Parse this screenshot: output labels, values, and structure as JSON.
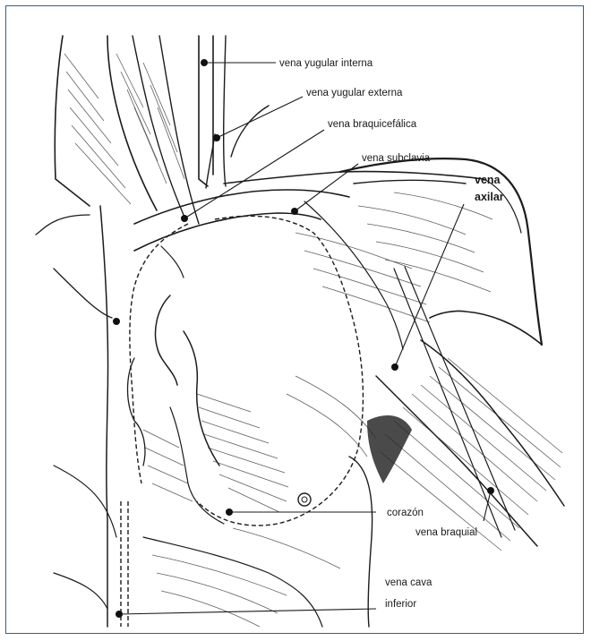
{
  "labels": {
    "vena_yugular_interna": "vena yugular interna",
    "vena_yugular_externa": "vena yugular externa",
    "vena_braquiocefalica": "vena braquicefálica",
    "vena_subclavia": "vena subclavia",
    "vena_axilar_line1": "vena",
    "vena_axilar_line2": "axilar",
    "corazon": "corazón",
    "vena_braquial": "vena braquial",
    "vena_cava_inferior_line1": "vena cava",
    "vena_cava_inferior_line2": "inferior"
  },
  "colors": {
    "frame": "#2f5f8f",
    "ink": "#1c1c1c"
  }
}
